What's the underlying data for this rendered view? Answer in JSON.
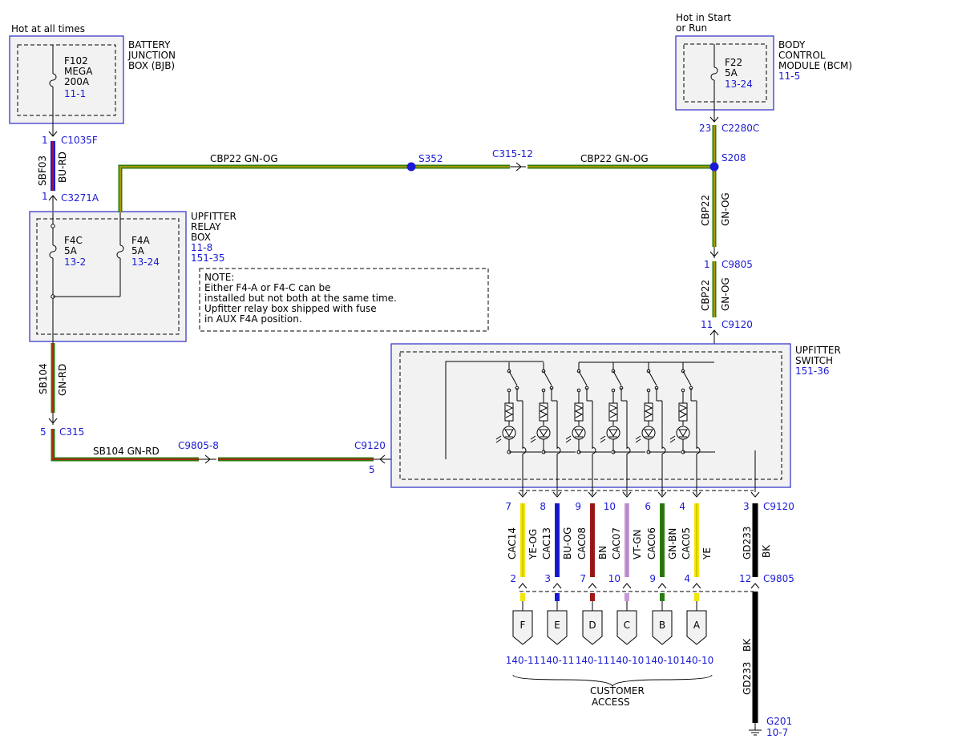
{
  "labels": {
    "hot_all_times": "Hot at all times",
    "hot_start_run_1": "Hot in Start",
    "hot_start_run_2": "or Run",
    "note_title": "NOTE:",
    "note_line1": "Either F4-A or F4-C can be",
    "note_line2": "installed but not both at the same time.",
    "note_line3": "Upfitter relay box shipped with fuse",
    "note_line4": "in AUX F4A position.",
    "customer_access_1": "CUSTOMER",
    "customer_access_2": "ACCESS"
  },
  "components": {
    "bjb": {
      "name1": "BATTERY",
      "name2": "JUNCTION",
      "name3": "BOX (BJB)",
      "fuse": "F102",
      "fuse_type": "MEGA",
      "rating": "200A",
      "ref": "11-1"
    },
    "bcm": {
      "name1": "BODY",
      "name2": "CONTROL",
      "name3": "MODULE (BCM)",
      "ref_main": "11-5",
      "fuse": "F22",
      "rating": "5A",
      "ref": "13-24"
    },
    "relay_box": {
      "name1": "UPFITTER",
      "name2": "RELAY",
      "name3": "BOX",
      "ref1": "11-8",
      "ref2": "151-35",
      "f4c": "F4C",
      "f4c_rating": "5A",
      "f4c_ref": "13-2",
      "f4a": "F4A",
      "f4a_rating": "5A",
      "f4a_ref": "13-24"
    },
    "switch": {
      "name1": "UPFITTER",
      "name2": "SWITCH",
      "ref": "151-36"
    }
  },
  "connectors": {
    "c1035f": "C1035F",
    "c1035f_pin": "1",
    "c3271a": "C3271A",
    "c3271a_pin": "1",
    "c2280c": "C2280C",
    "c2280c_pin": "23",
    "s208": "S208",
    "s352": "S352",
    "c315_12": "C315-12",
    "c9805_top": "C9805",
    "c9805_top_pin": "1",
    "c9120_top": "C9120",
    "c9120_top_pin": "11",
    "c315": "C315",
    "c315_pin": "5",
    "c9805_8": "C9805-8",
    "c9120_left": "C9120",
    "c9120_left_pin": "5",
    "c9120_bottom": "C9120",
    "c9120_bottom_pin": "3",
    "c9805_bottom": "C9805",
    "c9805_bottom_pin": "12",
    "g201": "G201",
    "g201_ref": "10-7"
  },
  "wires": {
    "sbf03": "SBF03",
    "sbf03_color": "BU-RD",
    "cbp22_left": "CBP22   GN-OG",
    "cbp22_right": "CBP22   GN-OG",
    "cbp22_v": "CBP22",
    "cbp22_v_color": "GN-OG",
    "sb104": "SB104",
    "sb104_color": "GN-RD",
    "sb104_h": "SB104   GN-RD",
    "gd233": "GD233",
    "gd233_color": "BK"
  },
  "circuits": [
    {
      "wire": "CAC14",
      "color": "YE-OG",
      "pin_top": "7",
      "pin_bottom": "2",
      "terminal": "F",
      "ref": "140-11",
      "hex": "#f3e600"
    },
    {
      "wire": "CAC13",
      "color": "BU-OG",
      "pin_top": "8",
      "pin_bottom": "3",
      "terminal": "E",
      "ref": "140-11",
      "hex": "#1a1ad6"
    },
    {
      "wire": "CAC08",
      "color": "BN",
      "pin_top": "9",
      "pin_bottom": "7",
      "terminal": "D",
      "ref": "140-11",
      "hex": "#a01818"
    },
    {
      "wire": "CAC07",
      "color": "VT-GN",
      "pin_top": "10",
      "pin_bottom": "10",
      "terminal": "C",
      "ref": "140-10",
      "hex": "#c89ad8"
    },
    {
      "wire": "CAC06",
      "color": "GN-BN",
      "pin_top": "6",
      "pin_bottom": "9",
      "terminal": "B",
      "ref": "140-10",
      "hex": "#2b7d10"
    },
    {
      "wire": "CAC05",
      "color": "YE",
      "pin_top": "4",
      "pin_bottom": "4",
      "terminal": "A",
      "ref": "140-10",
      "hex": "#f3e600"
    }
  ]
}
